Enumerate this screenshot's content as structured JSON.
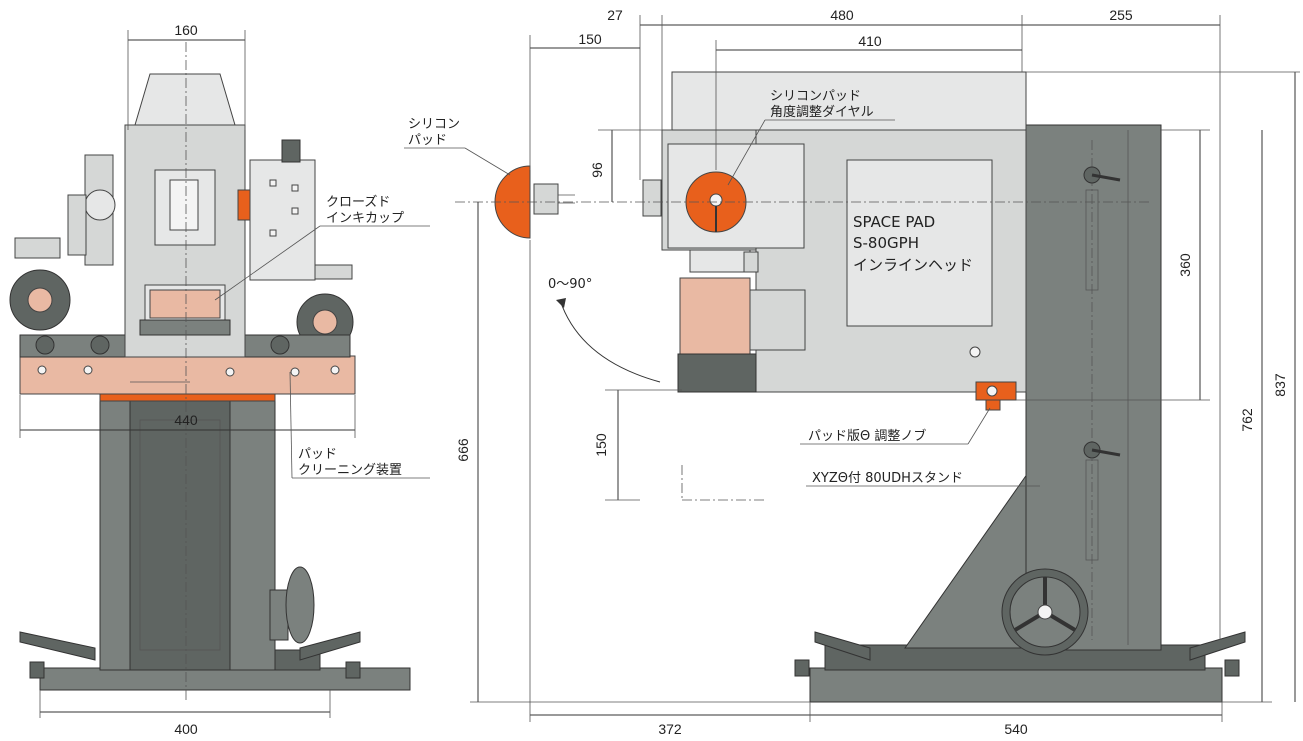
{
  "dimensions": {
    "front_top_width": "160",
    "front_plate_width": "440",
    "front_base_width": "400",
    "side_offset_27": "27",
    "side_head_length": "480",
    "side_rear": "255",
    "side_pad_offset": "150",
    "side_head_410": "410",
    "side_pad_height": "96",
    "side_stroke": "360",
    "side_total_762": "762",
    "side_total_837": "837",
    "side_height_666": "666",
    "side_150_vertical": "150",
    "side_bottom_372": "372",
    "side_bottom_540": "540"
  },
  "labels": {
    "silicone_pad_line1": "シリコン",
    "silicone_pad_line2": "パッド",
    "pad_dial_line1": "シリコンパッド",
    "pad_dial_line2": "角度調整ダイヤル",
    "closed_cup_line1": "クローズド",
    "closed_cup_line2": "インキカップ",
    "pad_cleaning_line1": "パッド",
    "pad_cleaning_line2": "クリーニング装置",
    "angle_range": "0～90°",
    "model_line1": "SPACE PAD",
    "model_line2": "S-80GPH",
    "model_line3": "インラインヘッド",
    "theta_knob": "パッド版Θ 調整ノブ",
    "stand": "XYZΘ付 80UDHスタンド"
  },
  "colors": {
    "machine_gray": "#7b817e",
    "dark_gray": "#5f6562",
    "light_gray": "#d5d7d6",
    "pink_plate": "#e9b9a3",
    "pad_orange": "#e8601c"
  }
}
